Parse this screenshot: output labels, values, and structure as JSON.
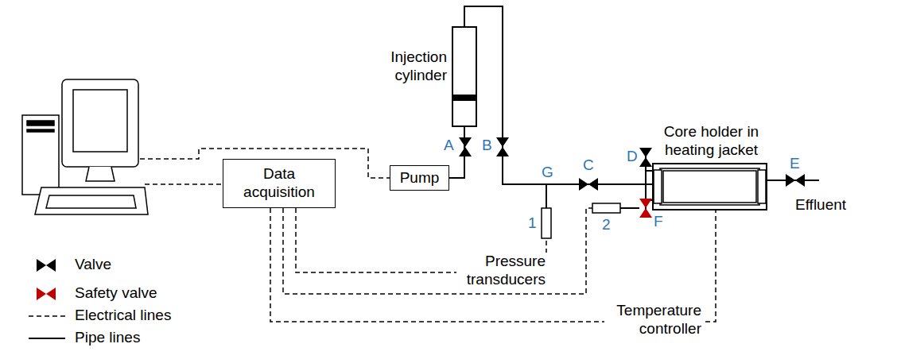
{
  "diagram": {
    "nodes": [
      {
        "text": [
          "Data acquisition"
        ]
      },
      {
        "text": [
          "Pump"
        ]
      },
      {
        "text": [
          "Injection cylinder"
        ]
      },
      {
        "text": [
          "Core holder in heating jacket"
        ]
      }
    ],
    "edges": [
      {
        "from": 1,
        "to": 2,
        "arrow": "none"
      },
      {
        "from": 2,
        "to": 3,
        "arrow": "none"
      },
      {
        "from": 0,
        "to": 3,
        "arrow": "none"
      }
    ],
    "labels": [
      "A",
      "B",
      "C",
      "D",
      "E",
      "F",
      "G",
      "1",
      "2",
      "Pressure transducers",
      "Temperature controller",
      "Effluent"
    ],
    "legend": [
      {
        "text": "Valve"
      },
      {
        "text": "Safety valve"
      },
      {
        "text": "Electrical lines"
      },
      {
        "text": "Pipe lines"
      }
    ]
  }
}
